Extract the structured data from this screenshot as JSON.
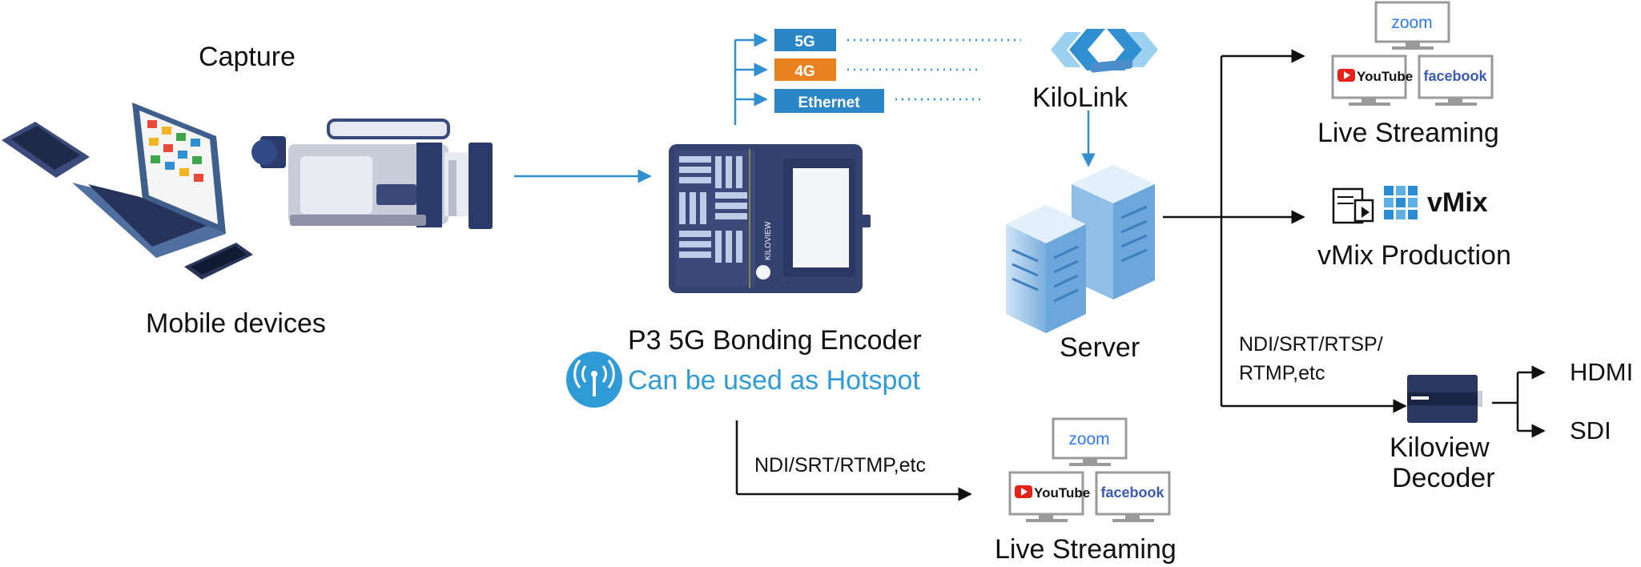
{
  "colors": {
    "accent_blue": "#2f9bd6",
    "navy": "#3b4a7a",
    "orange": "#e8821e",
    "server_blue": "#7fb6e3",
    "arrow_dark": "#111111",
    "youtube_red": "#e62117",
    "facebook_blue": "#3b5bb0",
    "vmix_blue": "#2b8dd4"
  },
  "icons": {
    "laptop": "laptop-icon",
    "tablet": "tablet-icon",
    "phone": "smartphone-icon",
    "camera": "camcorder-icon",
    "encoder": "encoder-device-icon",
    "hotspot": "wifi-hotspot-icon",
    "server": "server-icon",
    "decoder": "decoder-device-icon",
    "kilolink": "kilolink-logo-icon"
  },
  "capture": {
    "title": "Capture",
    "subtitle": "Mobile devices"
  },
  "encoder": {
    "title": "P3 5G Bonding Encoder",
    "hotspot_text": "Can be used as Hotspot",
    "brand": "KILOVIEW"
  },
  "connections": [
    {
      "label": "5G",
      "color": "#2a86c7"
    },
    {
      "label": "4G",
      "color": "#e8821e"
    },
    {
      "label": "Ethernet",
      "color": "#2a86c7"
    }
  ],
  "kilolink": {
    "label": "KiloLink"
  },
  "server": {
    "label": "Server"
  },
  "top_streaming": {
    "label": "Live Streaming",
    "platforms": [
      "zoom",
      "YouTube",
      "facebook"
    ]
  },
  "vmix": {
    "logo_text": "vMix",
    "label": "vMix Production"
  },
  "decoder_path": {
    "protocol_line1": "NDI/SRT/RTSP/",
    "protocol_line2": "RTMP,etc"
  },
  "decoder": {
    "label_line1": "Kiloview",
    "label_line2": "Decoder",
    "outputs": [
      "HDMI",
      "SDI"
    ]
  },
  "bottom_streaming": {
    "protocol": "NDI/SRT/RTMP,etc",
    "label": "Live Streaming",
    "platforms": [
      "zoom",
      "YouTube",
      "facebook"
    ]
  }
}
